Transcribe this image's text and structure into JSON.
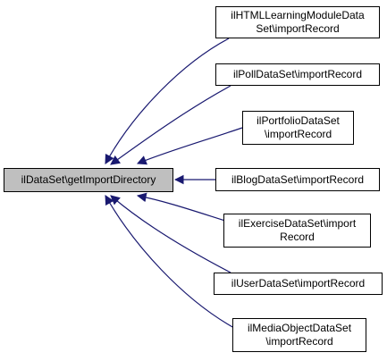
{
  "root": {
    "label": "ilDataSet\\getImportDirectory"
  },
  "callers": [
    {
      "lines": [
        "ilHTMLLearningModuleData",
        "Set\\importRecord"
      ]
    },
    {
      "lines": [
        "ilPollDataSet\\importRecord"
      ]
    },
    {
      "lines": [
        "ilPortfolioDataSet",
        "\\importRecord"
      ]
    },
    {
      "lines": [
        "ilBlogDataSet\\importRecord"
      ]
    },
    {
      "lines": [
        "ilExerciseDataSet\\import",
        "Record"
      ]
    },
    {
      "lines": [
        "ilUserDataSet\\importRecord"
      ]
    },
    {
      "lines": [
        "ilMediaObjectDataSet",
        "\\importRecord"
      ]
    }
  ],
  "colors": {
    "root_fill": "#bfbfbf",
    "node_fill": "#ffffff",
    "edge": "#191970",
    "border": "#000000"
  }
}
